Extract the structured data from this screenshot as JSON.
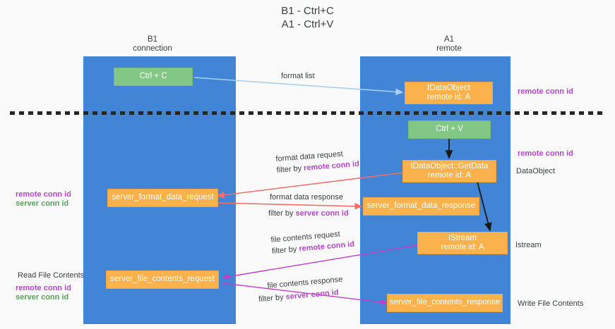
{
  "title": "B1 - Ctrl+C\nA1 - Ctrl+V",
  "columns": {
    "left": {
      "label": "B1\nconnection"
    },
    "right": {
      "label": "A1\nremote"
    }
  },
  "nodes": {
    "ctrl_c": {
      "label": "Ctrl + C",
      "color": "#82c785"
    },
    "idataobject": {
      "label": "IDataObject\nremote id: A",
      "color": "#fbb14c"
    },
    "ctrl_v": {
      "label": "Ctrl + V",
      "color": "#82c785"
    },
    "getdata": {
      "label": "IDataObject::GetData\nremote id: A",
      "color": "#fbb14c"
    },
    "fmt_req": {
      "label": "server_format_data_request",
      "color": "#fbb14c"
    },
    "fmt_resp": {
      "label": "server_format_data_response",
      "color": "#fbb14c"
    },
    "istream": {
      "label": "IStream\nremote id: A",
      "color": "#fbb14c"
    },
    "file_req": {
      "label": "server_file_contents_request",
      "color": "#fbb14c"
    },
    "file_resp": {
      "label": "server_file_contents_response",
      "color": "#fbb14c"
    }
  },
  "edge_labels": {
    "format_list": {
      "line1": "format list"
    },
    "format_data_request": {
      "line1": "format data request",
      "line2_prefix": "filter by ",
      "line2_key": "remote conn id"
    },
    "format_data_response": {
      "line1": "format data response",
      "line2_prefix": "filter by ",
      "line2_key": "server conn id"
    },
    "file_contents_request": {
      "line1": "file contents request",
      "line2_prefix": "filter by ",
      "line2_key": "remote conn id"
    },
    "file_contents_response": {
      "line1": "file contents response",
      "line2_prefix": "filter by ",
      "line2_key": "server conn id"
    }
  },
  "annotations": {
    "right_remote_conn_1": "remote conn id",
    "right_remote_conn_2": "remote conn id",
    "right_dataobject": "DataObject",
    "right_istream": "Istream",
    "right_write_file": "Write File Contents",
    "left_remote_conn_1": "remote conn id",
    "left_server_conn_1": "server conn id",
    "left_read_file": "Read File Contents",
    "left_remote_conn_2": "remote conn id",
    "left_server_conn_2": "server conn id"
  },
  "colors": {
    "lane": "#4285d6",
    "green_node": "#82c785",
    "orange_node": "#fbb14c",
    "purple_text": "#b248c8",
    "green_text": "#57a25a",
    "arrow_blue": "#a8d0ef",
    "arrow_red": "#f1706a",
    "arrow_magenta": "#c43fc4",
    "arrow_black": "#1a1a1a",
    "divider": "#262626",
    "background": "#fafafa"
  }
}
